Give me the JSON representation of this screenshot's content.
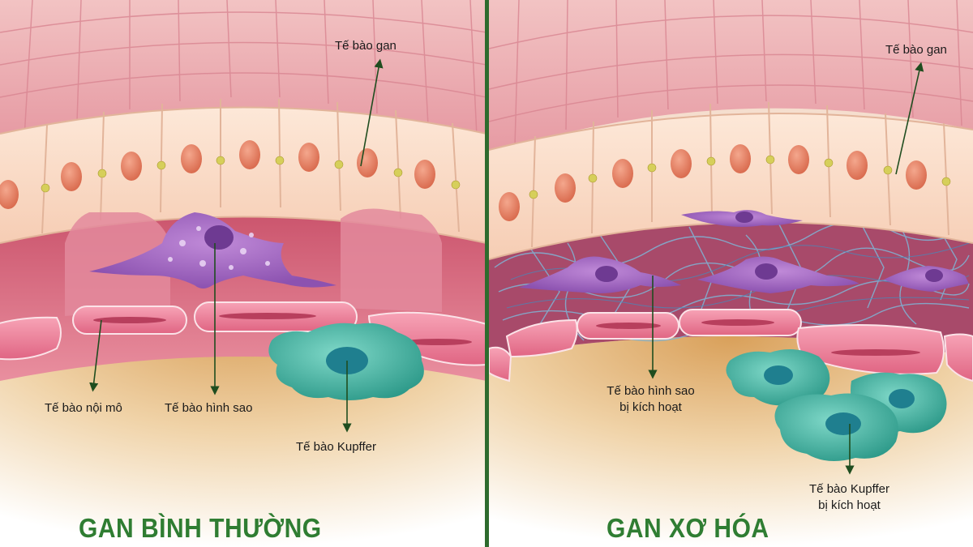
{
  "left_panel": {
    "title": "GAN BÌNH THƯỜNG",
    "labels": {
      "hepatocyte": "Tế bào gan",
      "endothelial": "Tế bào nội mô",
      "stellate": "Tế bào hình sao",
      "kupffer": "Tế bào Kupffer"
    }
  },
  "right_panel": {
    "title": "GAN XƠ HÓA",
    "labels": {
      "hepatocyte": "Tế bào gan",
      "stellate_line1": "Tế bào hình sao",
      "stellate_line2": "bị kích hoạt",
      "kupffer_line1": "Tế bào Kupffer",
      "kupffer_line2": "bị kích hoạt"
    }
  },
  "colors": {
    "divider": "#2e6b2e",
    "title": "#2f7d32",
    "leader_line": "#1f4d1f",
    "hepatocyte": "#f9d9c3",
    "nucleus": "#e8866a",
    "endothelial": "#e8708e",
    "stellate": "#a66bc6",
    "kupffer": "#4fc0ad",
    "surface": "#e9a5ab"
  }
}
